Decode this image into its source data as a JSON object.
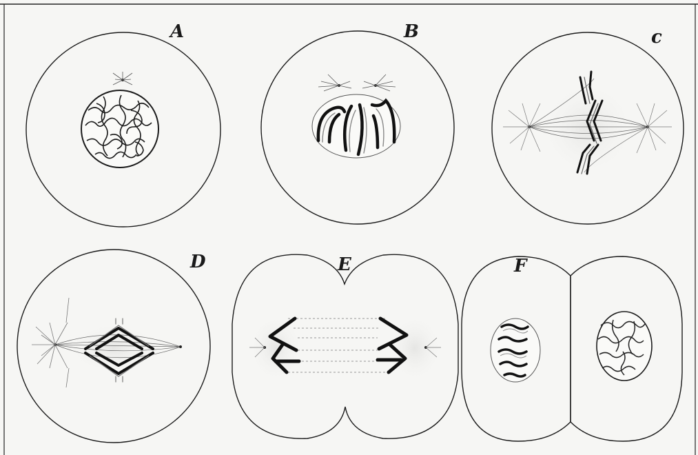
{
  "figure": {
    "panels": [
      {
        "id": "a",
        "label": "A"
      },
      {
        "id": "b",
        "label": "B"
      },
      {
        "id": "c",
        "label": "c"
      },
      {
        "id": "d",
        "label": "D"
      },
      {
        "id": "e",
        "label": "E"
      },
      {
        "id": "f",
        "label": "F"
      }
    ]
  },
  "colors": {
    "background": "#f6f6f4",
    "ink": "#1a1a1a",
    "faint_ink": "#555555"
  }
}
